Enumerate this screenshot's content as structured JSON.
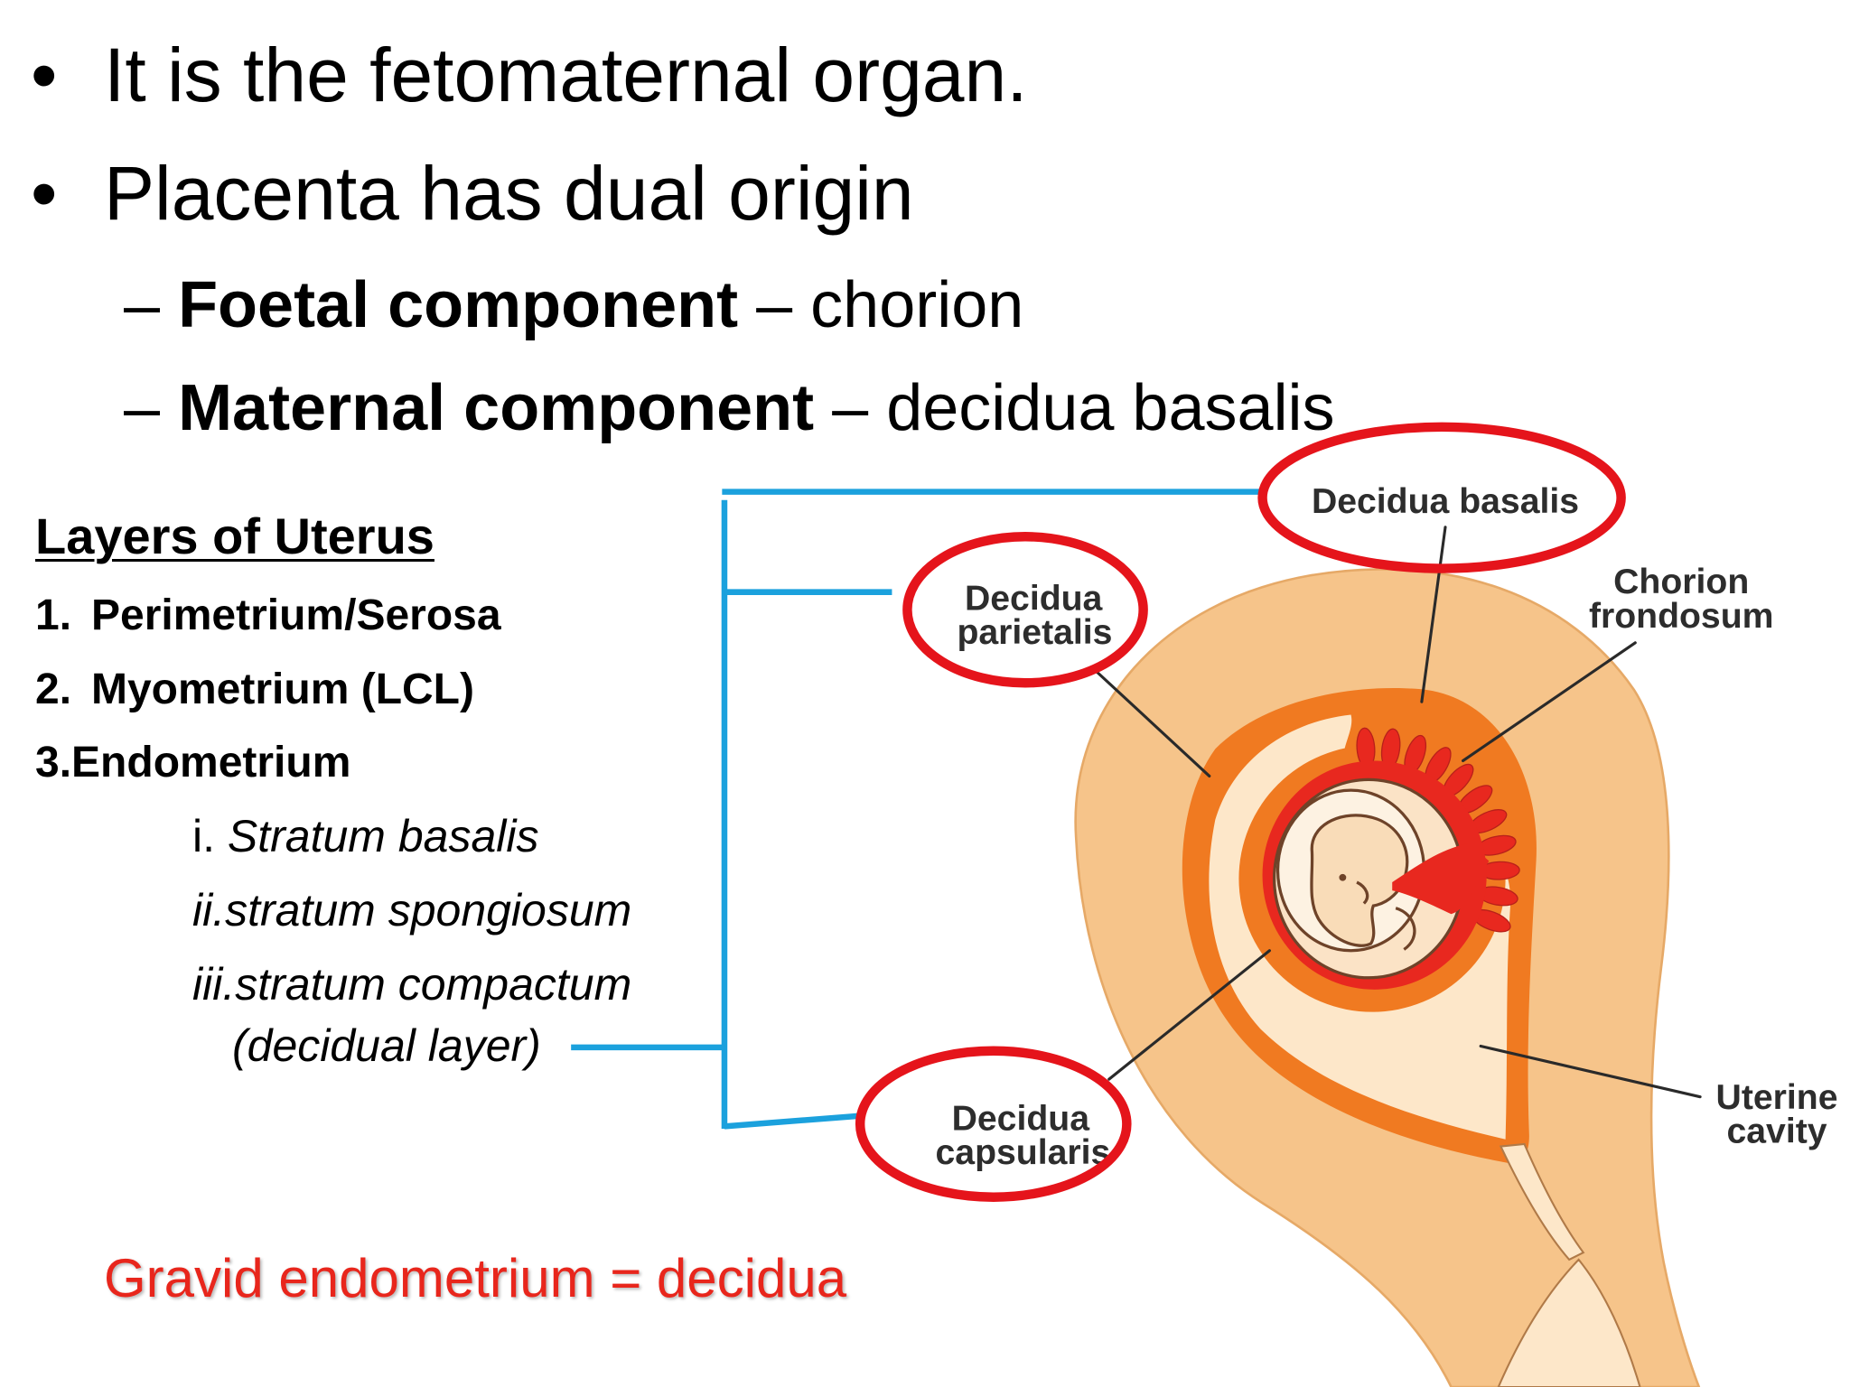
{
  "slide": {
    "bullet_glyph": "•",
    "bullets": [
      "It is the fetomaternal organ.",
      "Placenta has dual origin"
    ],
    "sub_bullets": [
      {
        "dash": "–",
        "term": "Foetal component",
        "separator": "–",
        "value": "chorion"
      },
      {
        "dash": "–",
        "term": "Maternal component",
        "separator": "–",
        "value": "decidua basalis"
      }
    ],
    "layers": {
      "heading": "Layers of Uterus",
      "items": [
        {
          "number": "1.",
          "label": "Perimetrium/Serosa"
        },
        {
          "number": "2.",
          "label": "Myometrium (LCL)"
        },
        {
          "number": "3.",
          "label": "Endometrium"
        }
      ],
      "endometrium_strata": [
        {
          "number": "i.",
          "label": "Stratum basalis"
        },
        {
          "number": "ii.",
          "label": "stratum spongiosum"
        },
        {
          "number": "iii.",
          "label": "stratum compactum"
        }
      ],
      "compactum_note": "(decidual layer)"
    },
    "footnote": "Gravid endometrium = decidua"
  },
  "diagram": {
    "decidua_basalis": "Decidua basalis",
    "decidua_parietalis": [
      "Decidua",
      "parietalis"
    ],
    "chorion_frondosum": [
      "Chorion",
      "frondosum"
    ],
    "uterine_cavity": [
      "Uterine",
      "cavity"
    ],
    "decidua_capsularis": [
      "Decidua",
      "capsularis"
    ]
  },
  "colors": {
    "bracket_blue": "#1ba1dd",
    "highlight_red": "#e5141b",
    "footnote_red": "#e8261c",
    "uterine_wall": "#f6c48a",
    "decidua_orange": "#f07a21",
    "chorion_red": "#e8281f",
    "cavity_pale": "#fde7c9",
    "exocoelom_pale": "#fbe3c6",
    "amnion_pale": "#fdf2e2",
    "embryo_fill": "#f9dcb8"
  }
}
